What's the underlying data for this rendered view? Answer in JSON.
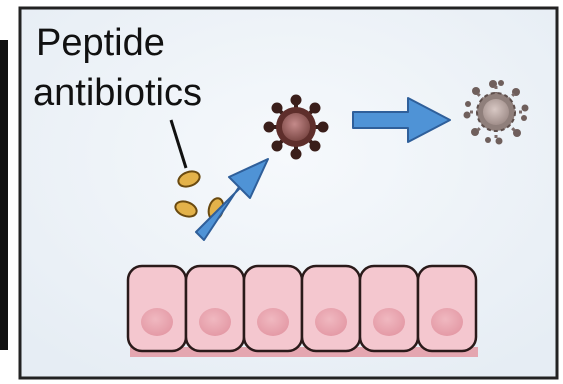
{
  "label": {
    "line1": "Peptide",
    "line2": "antibiotics"
  },
  "colors": {
    "background": "#eef3f8",
    "frame": "#222222",
    "side_bar": "#111111",
    "arrow_fill": "#4f93d6",
    "arrow_stroke": "#2f5f9a",
    "peptide_fill": "#e3b24a",
    "peptide_stroke": "#6a4a10",
    "bacterium_body": "#7a3d3a",
    "bacterium_core": "#a86a6a",
    "bacterium_spike": "#3a1e1a",
    "damaged_body": "#9a8b88",
    "damaged_spike": "#7a6a68",
    "cell_fill": "#f4c7cf",
    "cell_nucleus": "#e8a8b2",
    "cell_outline": "#2a1a1a",
    "basement": "#e4a6b0"
  },
  "icons": {
    "peptides": "peptide-antibiotic-icon",
    "bacterium": "bacterium-icon",
    "damaged_bacterium": "damaged-bacterium-icon",
    "cell": "epithelial-cell-icon"
  },
  "epithelium": {
    "cell_count": 6
  }
}
